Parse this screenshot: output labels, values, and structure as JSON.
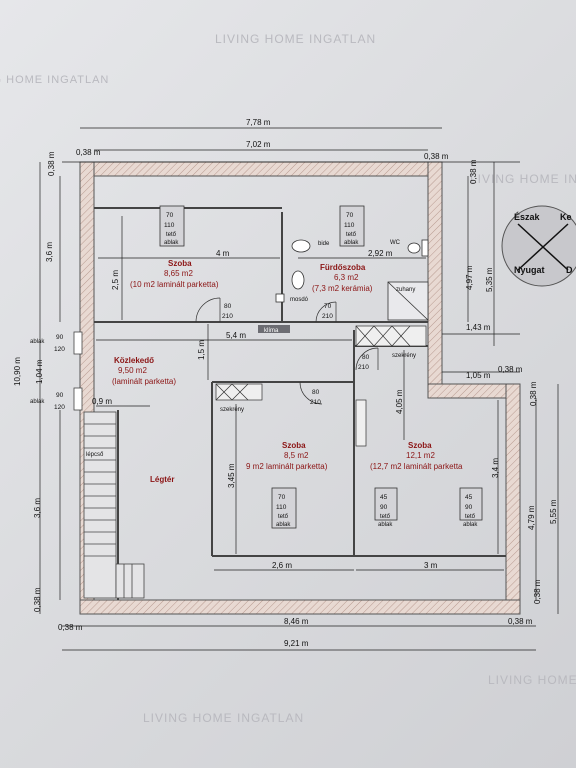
{
  "watermarks": {
    "top": "LIVING HOME INGATLAN",
    "top_left": "LIVING HOME INGATLAN",
    "mid_right": "LIVING HOME INGATLAN",
    "bottom": "LIVING HOME INGATLAN",
    "bottom_right": "LIVING HOME"
  },
  "dimensions": {
    "total_inner_width": "7,78 m",
    "inner_width": "7,02 m",
    "wall_left_top": "0,38 m",
    "wall_right_top": "0,38 m",
    "wall_vert_top_left": "0,38 m",
    "wall_vert_top_right": "0,38 m",
    "height_left_top": "3,6 m",
    "total_height": "10,90 m",
    "mid_height": "1,04 m",
    "height_left_bottom": "3,6 m",
    "wall_left_bottom": "0,38 m",
    "bottom_wall_left": "0,38 m",
    "bottom_width": "8,46 m",
    "bottom_wall_right": "0,38 m",
    "bottom_total": "9,21 m",
    "right_height_1": "4,97 m",
    "right_height_2": "5,35 m",
    "right_notch_top": "1,43 m",
    "right_notch_bottom": "1,05 m",
    "right_wall_notch": "0,38 m",
    "right_lower_height_1": "4,79 m",
    "right_lower_height_2": "5,55 m",
    "right_wall_lower_top": "0,38 m",
    "right_wall_lower_bottom": "0,38 m",
    "szoba1_width": "4 m",
    "szoba1_height": "2,5 m",
    "bath_width": "2,92 m",
    "corridor_width": "5,4 m",
    "corridor_height": "1,5 m",
    "stair_width": "0,9 m",
    "szoba2_height": "3,45 m",
    "szoba2_width": "2,6 m",
    "szoba3_width": "3 m",
    "szoba3_height": "3,4 m",
    "szoba3_left_height": "4,05 m"
  },
  "rooms": [
    {
      "name": "Szoba",
      "area": "8,65 m2",
      "note": "(10 m2 laminált parketta)"
    },
    {
      "name": "Fürdőszoba",
      "area": "6,3 m2",
      "note": "(7,3 m2 kerámia)"
    },
    {
      "name": "Közlekedő",
      "area": "9,50 m2",
      "note": "(laminált parketta)"
    },
    {
      "name": "Szoba",
      "area": "8,5 m2",
      "note": "9 m2 laminált parketta)"
    },
    {
      "name": "Szoba",
      "area": "12,1 m2",
      "note": "(12,7 m2 laminált parketta"
    },
    {
      "name": "Légtér",
      "area": "",
      "note": ""
    }
  ],
  "openings": {
    "window1": {
      "w": "70",
      "h": "110",
      "l1": "tető",
      "l2": "ablak"
    },
    "window2": {
      "w": "70",
      "h": "110",
      "l1": "tető",
      "l2": "ablak"
    },
    "window3": {
      "w": "70",
      "h": "110",
      "l1": "tető",
      "l2": "ablak"
    },
    "window4": {
      "w": "45",
      "h": "90",
      "l1": "tető",
      "l2": "ablak"
    },
    "window5": {
      "w": "45",
      "h": "90",
      "l1": "tető",
      "l2": "ablak"
    },
    "door1": {
      "w": "80",
      "h": "210"
    },
    "door2": {
      "w": "70",
      "h": "210"
    },
    "door3": {
      "w": "80",
      "h": "210"
    },
    "door4": {
      "w": "80",
      "h": "210"
    },
    "side_window1": {
      "label": "ablak",
      "w": "90",
      "h": "120"
    },
    "side_window2": {
      "label": "ablak",
      "w": "90",
      "h": "120"
    }
  },
  "fixtures": {
    "bide": "bide",
    "wc": "WC",
    "mosdo": "mosdó",
    "zuhany": "zuhany",
    "klima": "klíma",
    "szekreny1": "szekrény",
    "szekreny2": "szekrény",
    "lepcso": "lépcső"
  },
  "compass": {
    "north": "Észak",
    "east": "Ke",
    "west": "Nyugat",
    "south": "D"
  }
}
